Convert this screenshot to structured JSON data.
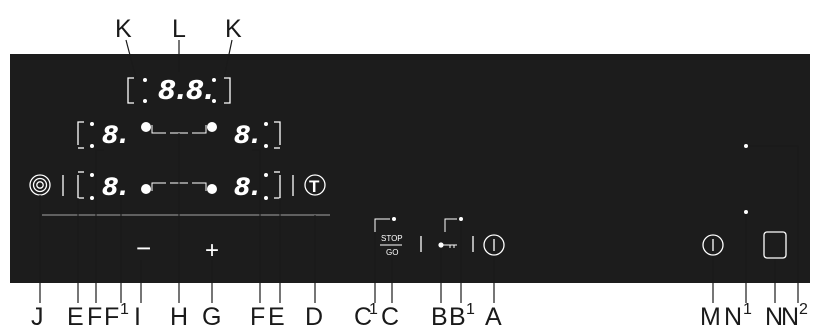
{
  "callouts_top": {
    "k_left": "K",
    "l": "L",
    "k_right": "K"
  },
  "callouts_bottom": {
    "j": "J",
    "e1": "E",
    "f1": "F",
    "f1_sup": "1",
    "f1_base": "F",
    "i": "I",
    "h": "H",
    "g": "G",
    "f2": "F",
    "e2": "E",
    "d": "D",
    "c1_sup": "1",
    "c1_base": "C",
    "c": "C",
    "b": "B",
    "b1_base": "B",
    "b1_sup": "1",
    "a": "A",
    "m": "M",
    "n1_base": "N",
    "n1_sup": "1",
    "n": "N",
    "n2_base": "N",
    "n2_sup": "2"
  },
  "panel": {
    "timer_display": "8.8.",
    "zone_front_left": "8.",
    "zone_rear_left": "8.",
    "zone_front_right": "8.",
    "zone_rear_right": "8.",
    "minus_symbol": "−",
    "plus_symbol": "+",
    "stop_label": "STOP",
    "go_label": "GO",
    "t_symbol": "T",
    "colors": {
      "panel_bg": "#1c1c1c",
      "glyph": "#ffffff",
      "callout": "#1a1a1a"
    }
  }
}
